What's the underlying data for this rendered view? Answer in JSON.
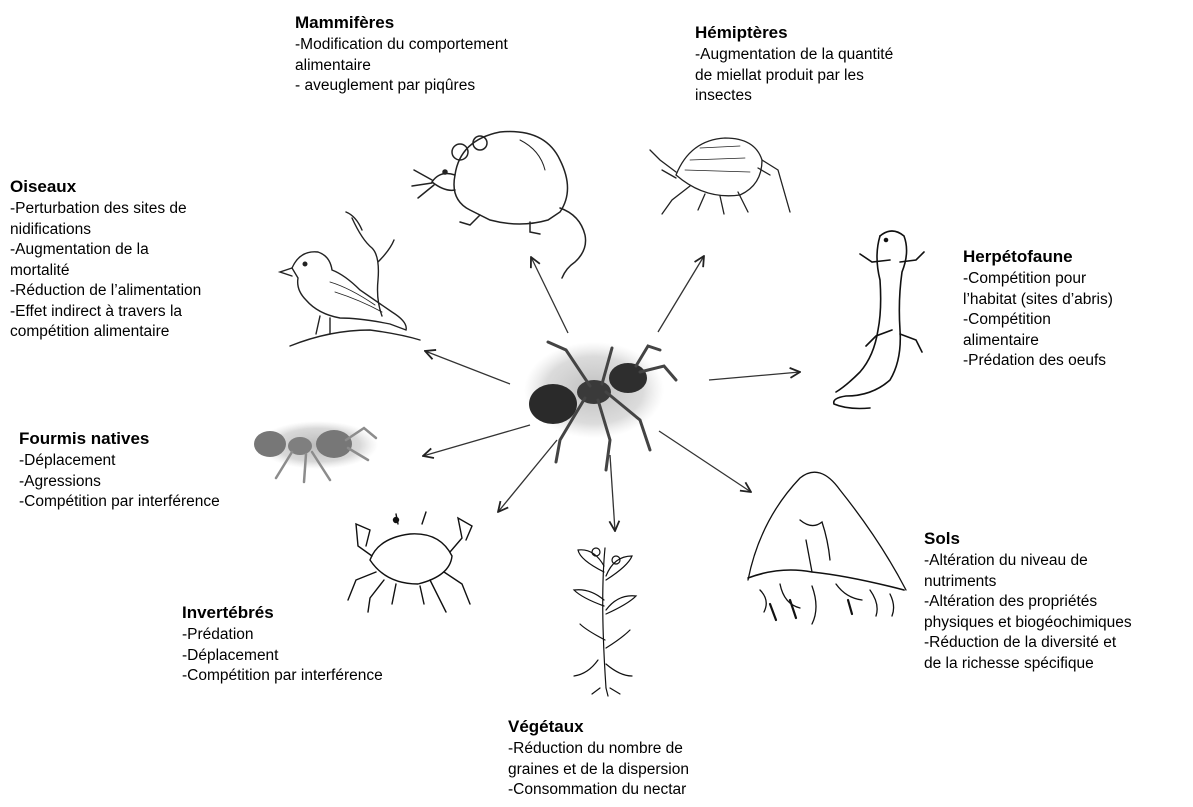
{
  "center": {
    "organism": "ant-icon"
  },
  "groups": [
    {
      "id": "mammiferes",
      "title": "Mammifères",
      "icon": "rat-icon",
      "effects": [
        "-Modification du comportement",
        "alimentaire",
        "- aveuglement par piqûres"
      ]
    },
    {
      "id": "hemipteres",
      "title": "Hémiptères",
      "icon": "aphid-icon",
      "effects": [
        "-Augmentation de la quantité",
        "de miellat produit par les",
        "insectes"
      ]
    },
    {
      "id": "oiseaux",
      "title": "Oiseaux",
      "icon": "bird-icon",
      "effects": [
        "-Perturbation des sites de",
        "nidifications",
        "-Augmentation de la",
        "mortalité",
        "-Réduction de l’alimentation",
        "-Effet indirect à travers la",
        "compétition alimentaire"
      ]
    },
    {
      "id": "herpetofaune",
      "title": "Herpétofaune",
      "icon": "lizard-icon",
      "effects": [
        "-Compétition pour",
        "l’habitat (sites d’abris)",
        "-Compétition",
        "alimentaire",
        "-Prédation des oeufs"
      ]
    },
    {
      "id": "fourmis",
      "title": "Fourmis natives",
      "icon": "native-ant-icon",
      "effects": [
        "-Déplacement",
        "-Agressions",
        "-Compétition par interférence"
      ]
    },
    {
      "id": "sols",
      "title": "Sols",
      "icon": "soil-mound-icon",
      "effects": [
        "-Altération du niveau de",
        "nutriments",
        "-Altération des propriétés",
        "physiques et biogéochimiques",
        "-Réduction de la diversité et",
        "de la richesse spécifique"
      ]
    },
    {
      "id": "invertebres",
      "title": "Invertébrés",
      "icon": "crab-icon",
      "effects": [
        "-Prédation",
        "-Déplacement",
        "-Compétition par interférence"
      ]
    },
    {
      "id": "vegetaux",
      "title": "Végétaux",
      "icon": "plant-icon",
      "effects": [
        "-Réduction du nombre de",
        "graines et de la dispersion",
        "-Consommation du nectar"
      ]
    }
  ]
}
